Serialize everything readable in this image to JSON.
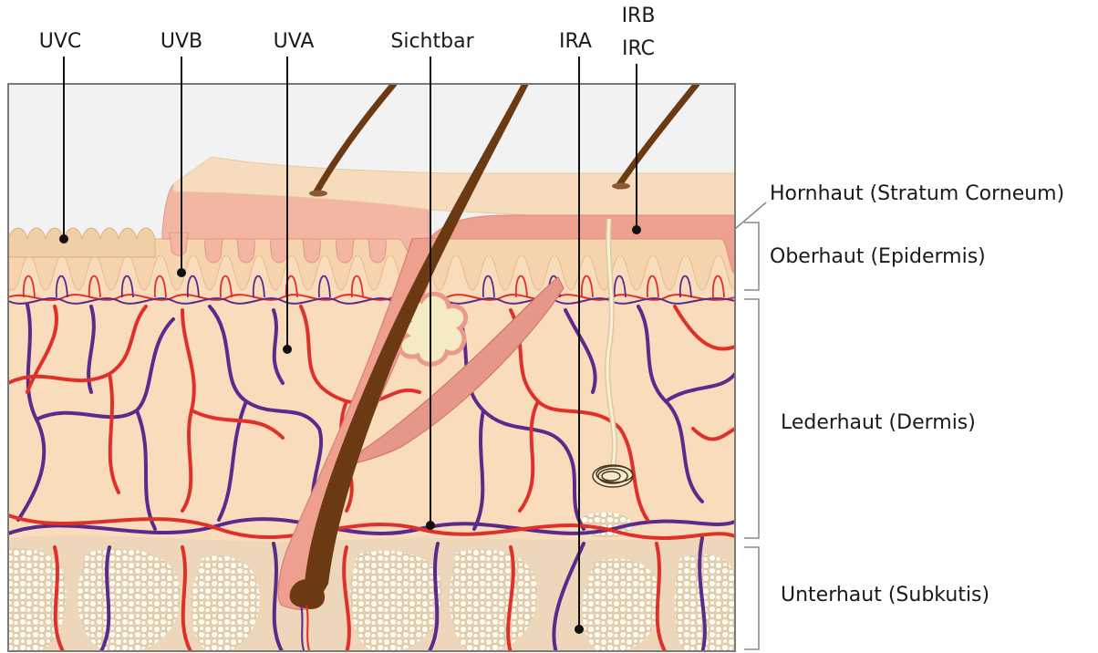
{
  "rays": {
    "uvc": "UVC",
    "uvb": "UVB",
    "uva": "UVA",
    "visible": "Sichtbar",
    "ira": "IRA",
    "irb": "IRB",
    "irc": "IRC"
  },
  "layers": {
    "stratum_corneum": "Hornhaut (Stratum Corneum)",
    "epidermis": "Oberhaut (Epidermis)",
    "dermis": "Lederhaut (Dermis)",
    "subcutis": "Unterhaut (Subkutis)"
  },
  "colors": {
    "sky": "#f2f2f2",
    "dermis": "#f9dcbb",
    "epidermis": "#f6d6b2",
    "corneum": "#f2b2a0",
    "corneum_dark": "#e58f80",
    "subcutis": "#eed8bd",
    "fat_cell": "#fffdf3",
    "artery": "#e0302a",
    "vein": "#5b2a8c",
    "hair": "#6b3a13",
    "gland": "#f6efc9"
  }
}
